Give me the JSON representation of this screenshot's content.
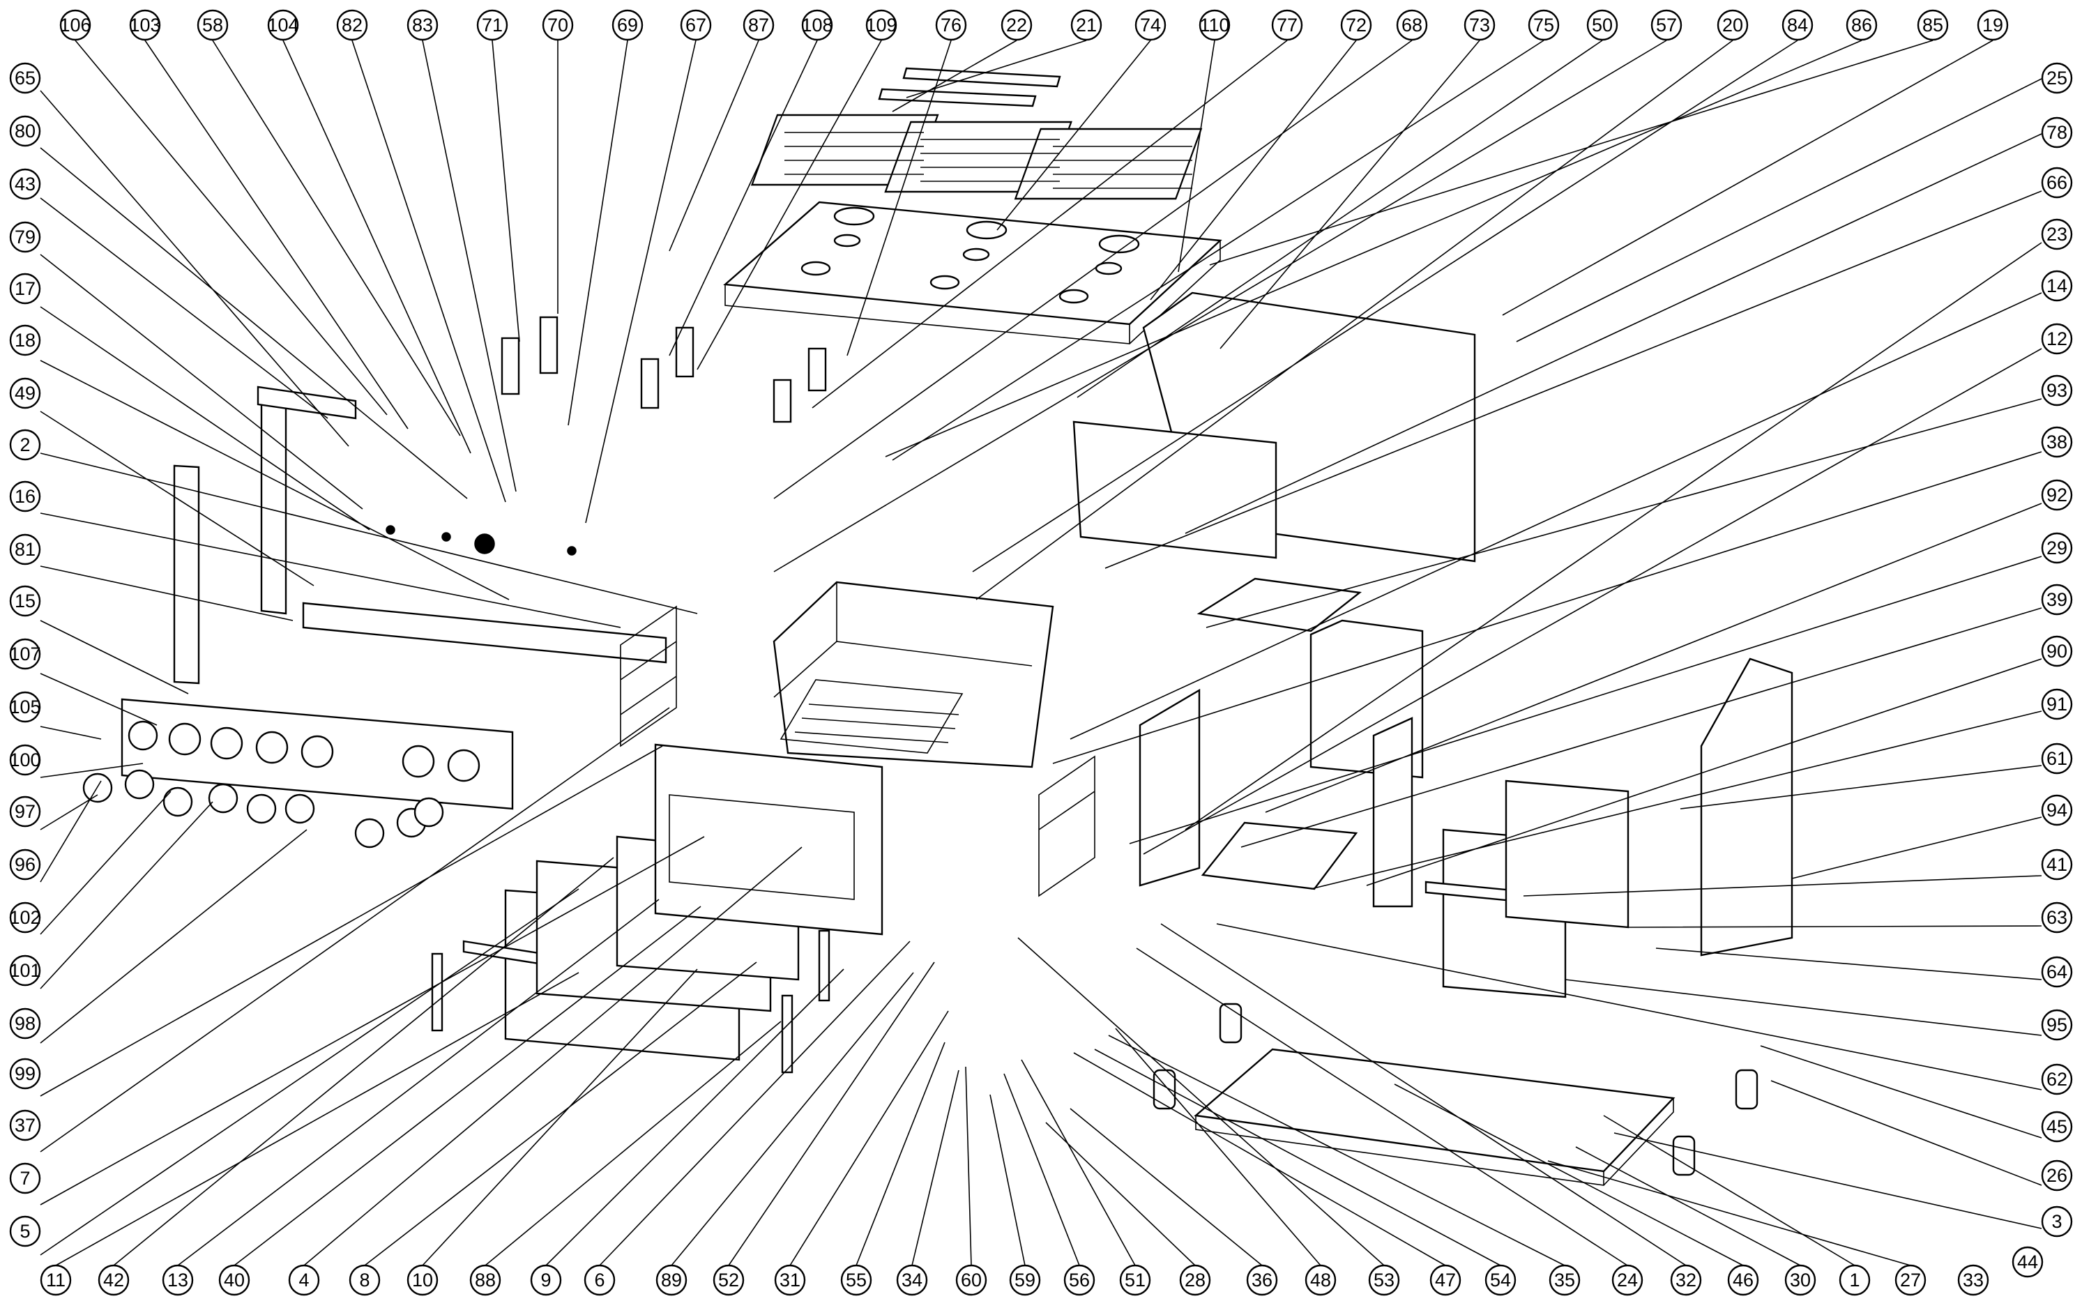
{
  "diagram": {
    "colors": {
      "line": "#000000",
      "background": "#ffffff"
    },
    "callouts": {
      "top": [
        "106",
        "103",
        "58",
        "104",
        "82",
        "83",
        "71",
        "70",
        "69",
        "67",
        "87",
        "108",
        "109",
        "76",
        "22",
        "21",
        "74",
        "110",
        "77",
        "72",
        "68",
        "73",
        "75",
        "50",
        "57",
        "20",
        "84",
        "86",
        "85",
        "19"
      ],
      "left": [
        "65",
        "80",
        "43",
        "79",
        "17",
        "18",
        "49",
        "2",
        "16",
        "81",
        "15",
        "107",
        "105",
        "100",
        "97",
        "96",
        "102",
        "101",
        "98",
        "99",
        "37",
        "7",
        "5"
      ],
      "right": [
        "25",
        "78",
        "66",
        "23",
        "14",
        "12",
        "93",
        "38",
        "92",
        "29",
        "39",
        "90",
        "91",
        "61",
        "94",
        "41",
        "63",
        "64",
        "95",
        "62",
        "45",
        "26",
        "3",
        "44"
      ],
      "bottom": [
        "11",
        "42",
        "13",
        "40",
        "4",
        "8",
        "10",
        "88",
        "9",
        "6",
        "89",
        "52",
        "31",
        "55",
        "34",
        "60",
        "59",
        "56",
        "51",
        "28",
        "36",
        "48",
        "53",
        "47",
        "54",
        "35",
        "24",
        "32",
        "46",
        "30",
        "1",
        "27",
        "33"
      ]
    }
  }
}
